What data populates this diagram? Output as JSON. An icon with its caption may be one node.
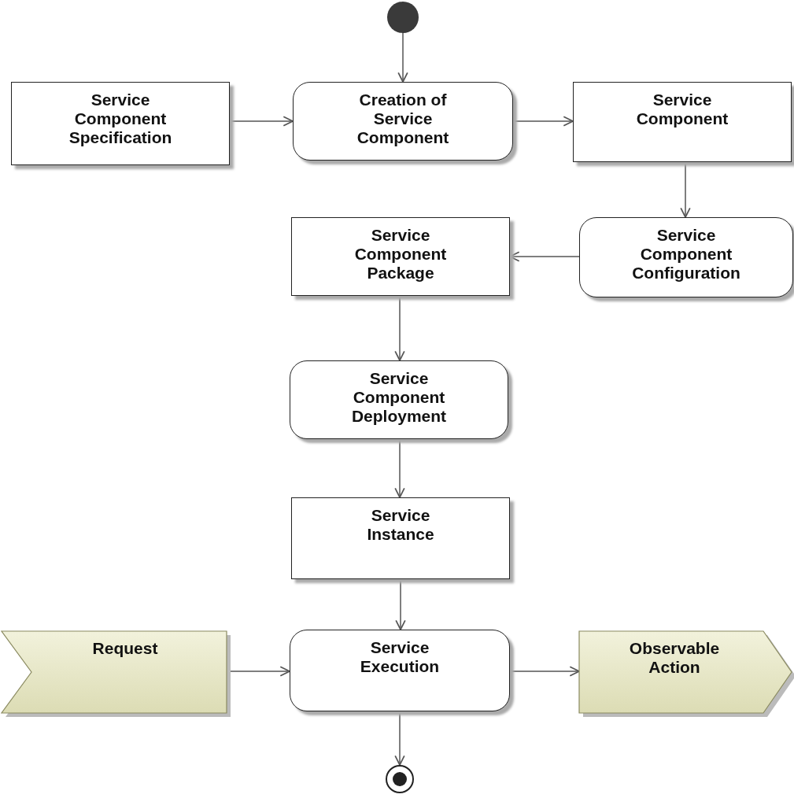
{
  "diagram": {
    "nodes": [
      {
        "text": [],
        "shape": "circle"
      },
      {
        "text": [
          "Service Component Specification"
        ]
      },
      {
        "text": [
          "Creation of Service Component"
        ]
      },
      {
        "text": [
          "Service Component"
        ]
      },
      {
        "text": [
          "Service Component Configuration"
        ]
      },
      {
        "text": [
          "Service Component Package"
        ]
      },
      {
        "text": [
          "Service Component Deployment"
        ]
      },
      {
        "text": [
          "Service Instance"
        ]
      },
      {
        "text": [
          "Request"
        ]
      },
      {
        "text": [
          "Service Execution"
        ]
      },
      {
        "text": [
          "Observable Action"
        ]
      },
      {
        "text": [],
        "shape": "circle"
      }
    ],
    "edges": [
      {
        "from": 0,
        "to": 2,
        "arrow": "to"
      },
      {
        "from": 1,
        "to": 2,
        "arrow": "to"
      },
      {
        "from": 2,
        "to": 3,
        "arrow": "to"
      },
      {
        "from": 3,
        "to": 4,
        "arrow": "to"
      },
      {
        "from": 4,
        "to": 5,
        "arrow": "to"
      },
      {
        "from": 5,
        "to": 6,
        "arrow": "to"
      },
      {
        "from": 6,
        "to": 7,
        "arrow": "to"
      },
      {
        "from": 7,
        "to": 9,
        "arrow": "to"
      },
      {
        "from": 8,
        "to": 9,
        "arrow": "to"
      },
      {
        "from": 9,
        "to": 10,
        "arrow": "to"
      },
      {
        "from": 9,
        "to": 11,
        "arrow": "to"
      }
    ]
  }
}
